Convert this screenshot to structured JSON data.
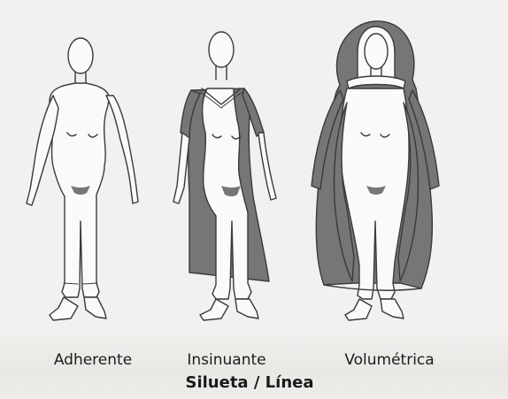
{
  "figures": [
    {
      "label": "Adherente"
    },
    {
      "label": "Insinuante"
    },
    {
      "label": "Volumétrica"
    }
  ],
  "caption": "Silueta / Línea",
  "colors": {
    "background": "#f3f1ef",
    "outline": "#3a3a3a",
    "body_fill": "#fbfafa",
    "garment_fill": "#767676"
  }
}
